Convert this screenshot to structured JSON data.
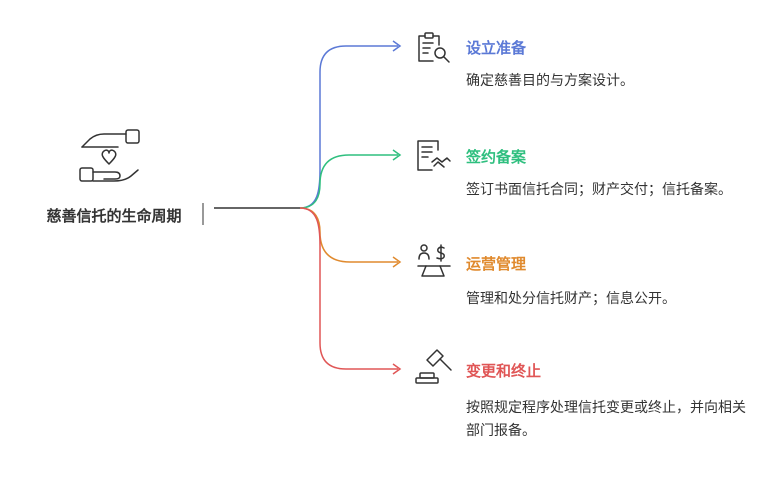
{
  "root": {
    "label": "慈善信托的生命周期",
    "icon": "hands-heart-icon"
  },
  "branches": [
    {
      "title": "设立准备",
      "description": "确定慈善目的与方案设计。",
      "color": "#5b79d6",
      "icon": "clipboard-search-icon"
    },
    {
      "title": "签约备案",
      "description": "签订书面信托合同；财产交付；信托备案。",
      "color": "#2fbf7f",
      "icon": "contract-handshake-icon"
    },
    {
      "title": "运营管理",
      "description": "管理和处分信托财产；信息公开。",
      "color": "#e08a2e",
      "icon": "money-scale-icon"
    },
    {
      "title": "变更和终止",
      "description": "按照规定程序处理信托变更或终止，并向相关部门报备。",
      "color": "#e05656",
      "icon": "gavel-icon"
    }
  ]
}
